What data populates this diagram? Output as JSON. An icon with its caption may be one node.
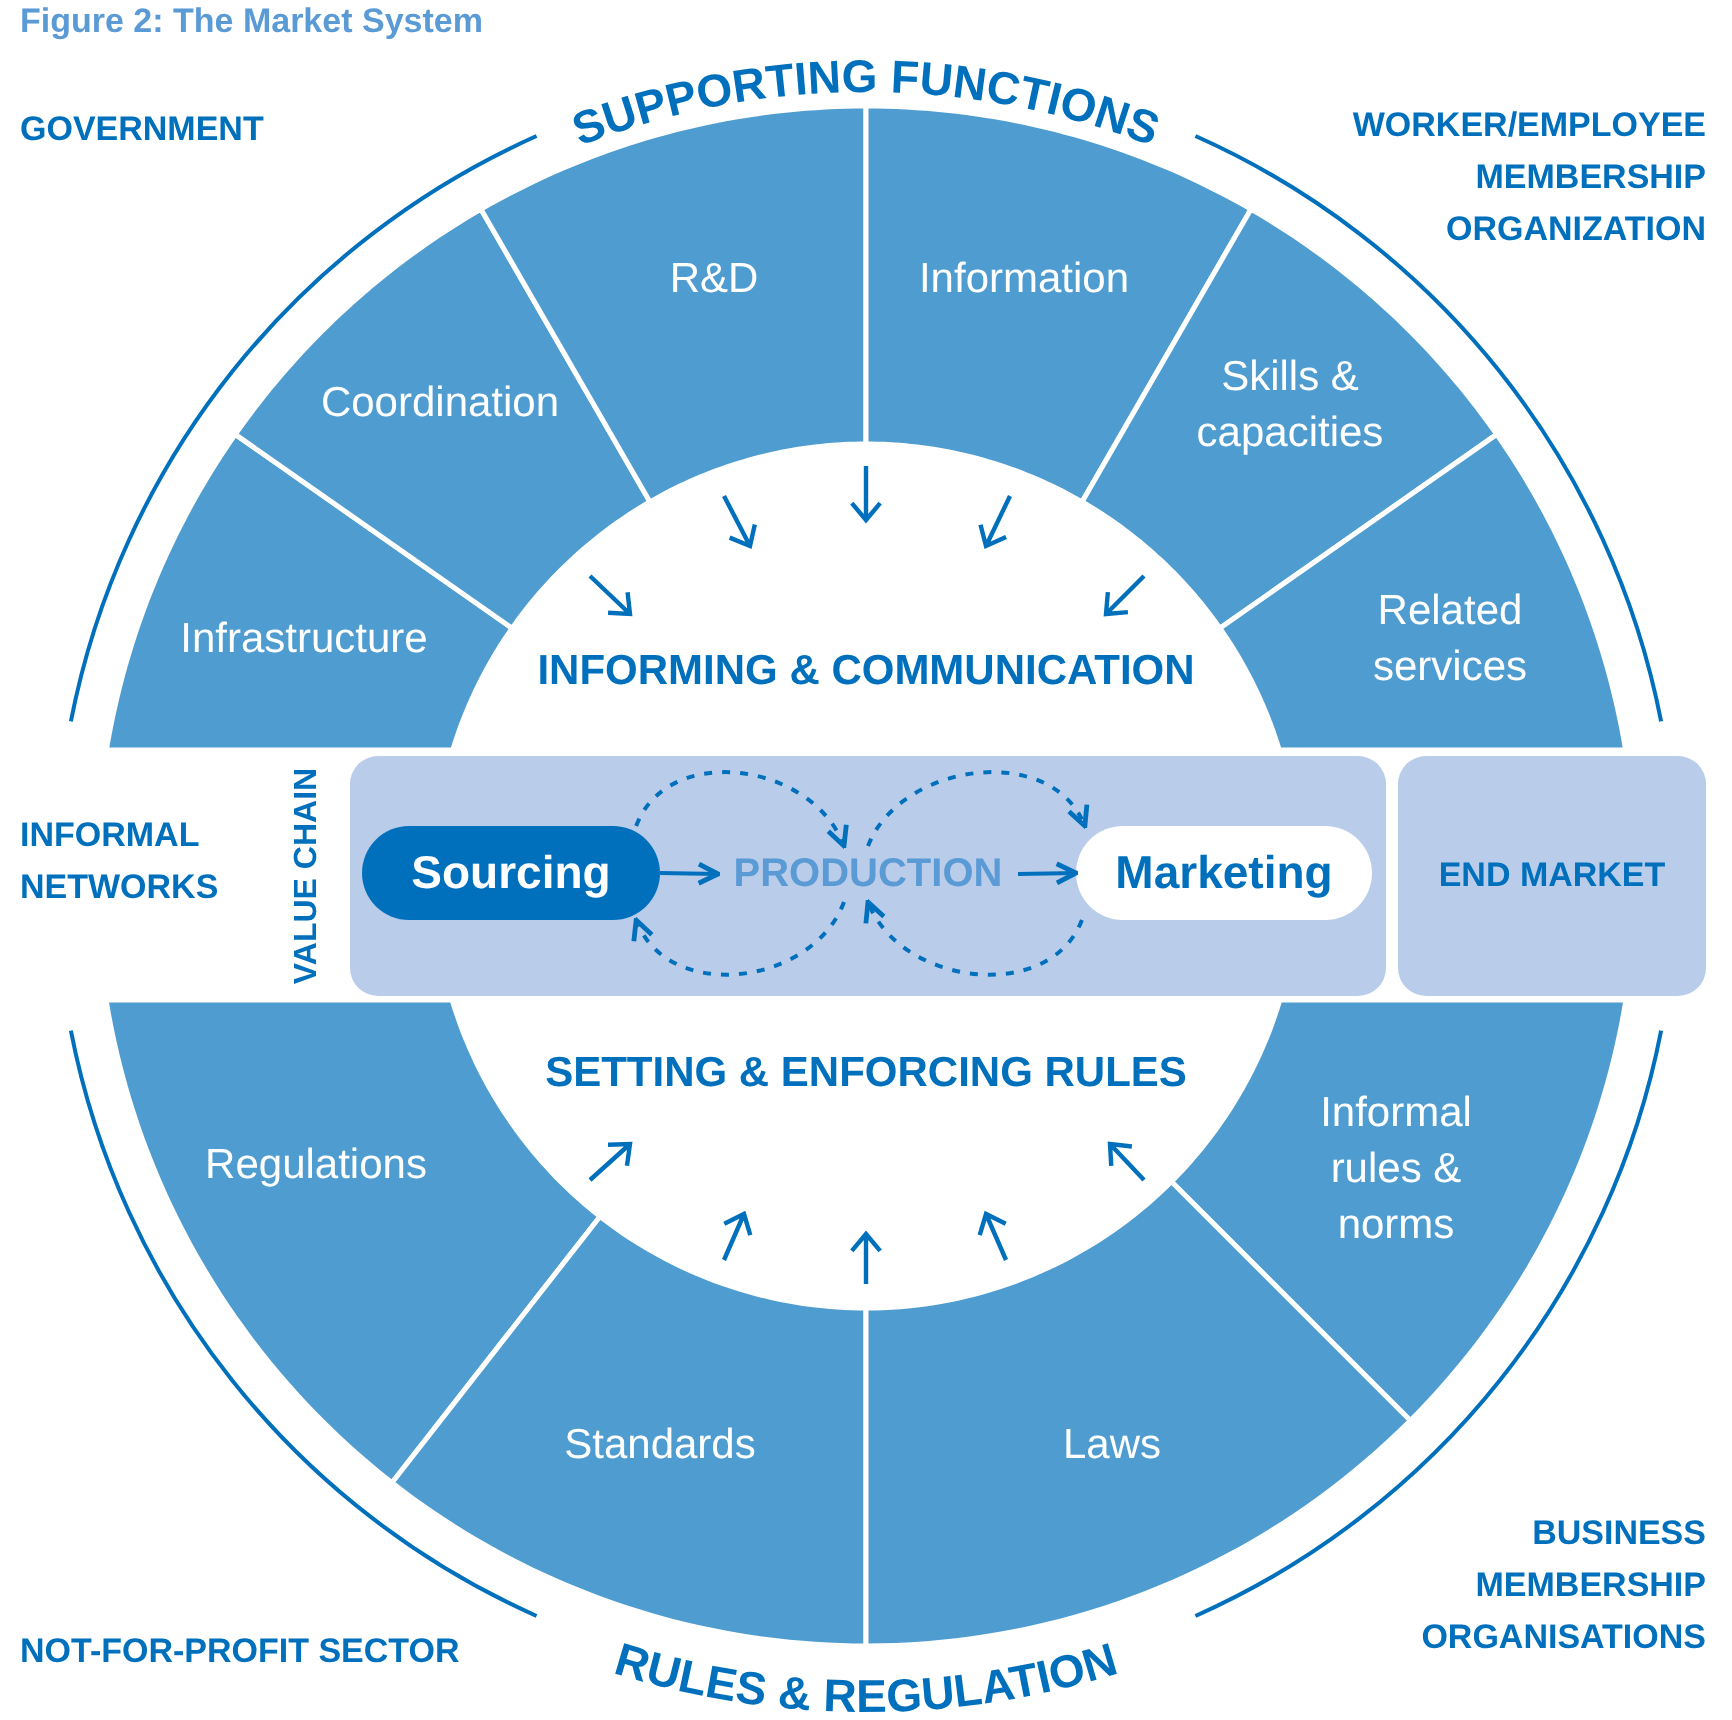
{
  "diagram": {
    "title": "Figure 2: The Market System",
    "nodes": [
      {
        "text": [
          "Infrastructure"
        ]
      },
      {
        "text": [
          "Coordination"
        ]
      },
      {
        "text": [
          "R&D"
        ]
      },
      {
        "text": [
          "Information"
        ]
      },
      {
        "text": [
          "Skills & capacities"
        ]
      },
      {
        "text": [
          "Related services"
        ]
      },
      {
        "text": [
          "VALUE CHAIN"
        ]
      },
      {
        "text": [
          "Sourcing"
        ],
        "in": 6
      },
      {
        "text": [
          "PRODUCTION"
        ],
        "in": 6
      },
      {
        "text": [
          "Marketing"
        ],
        "in": 6
      },
      {
        "text": [
          "END MARKET"
        ]
      },
      {
        "text": [
          "Regulations"
        ]
      },
      {
        "text": [
          "Standards"
        ]
      },
      {
        "text": [
          "Laws"
        ]
      },
      {
        "text": [
          "Informal rules & norms"
        ]
      }
    ],
    "edges": [
      {
        "from": 7,
        "to": 8,
        "arrow": "to"
      },
      {
        "from": 8,
        "to": 9,
        "arrow": "to"
      },
      {
        "from": 7,
        "to": 8,
        "arrow": "to",
        "style": "dashed"
      },
      {
        "from": 8,
        "to": 9,
        "arrow": "to",
        "style": "dashed"
      },
      {
        "from": 8,
        "to": 7,
        "arrow": "to",
        "style": "dashed"
      },
      {
        "from": 9,
        "to": 8,
        "arrow": "to",
        "style": "dashed"
      }
    ],
    "labels": [
      "SUPPORTING FUNCTIONS",
      "GOVERNMENT",
      "WORKER/EMPLOYEE MEMBERSHIP ORGANIZATION",
      "INFORMING & COMMUNICATION",
      "INFORMAL NETWORKS",
      "SETTING & ENFORCING RULES",
      "NOT-FOR-PROFIT SECTOR",
      "BUSINESS MEMBERSHIP ORGANISATIONS",
      "RULES & REGULATION"
    ]
  }
}
